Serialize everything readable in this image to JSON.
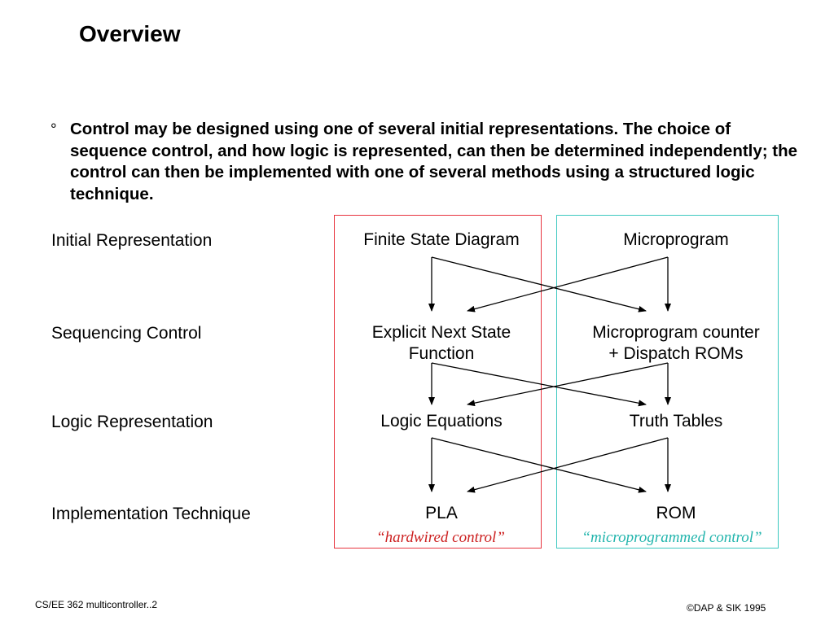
{
  "slide": {
    "title": "Overview",
    "bullet_symbol": "°",
    "bullet_text": "Control may be designed using one of several initial representations. The choice of sequence control, and how logic is represented, can then be determined independently; the control can then be implemented with one of several methods using a structured logic technique."
  },
  "rows": [
    {
      "label": "Initial Representation",
      "left": [
        "Finite State Diagram"
      ],
      "right": [
        "Microprogram"
      ]
    },
    {
      "label": "Sequencing Control",
      "left": [
        "Explicit Next State",
        "Function"
      ],
      "right": [
        "Microprogram counter",
        "+ Dispatch ROMs"
      ]
    },
    {
      "label": "Logic Representation",
      "left": [
        "Logic Equations"
      ],
      "right": [
        "Truth Tables"
      ]
    },
    {
      "label": "Implementation Technique",
      "left": [
        "PLA"
      ],
      "right": [
        "ROM"
      ]
    }
  ],
  "notes": {
    "left": "“hardwired control”",
    "right": "“microprogrammed control”"
  },
  "colors": {
    "left_box": "#e8343f",
    "right_box": "#3cc8c0",
    "left_note": "#cc1f1f",
    "right_note": "#23b5ad",
    "arrow": "#000000"
  },
  "footer": {
    "left": "CS/EE 362 multicontroller..2",
    "right": "©DAP & SIK 1995"
  }
}
